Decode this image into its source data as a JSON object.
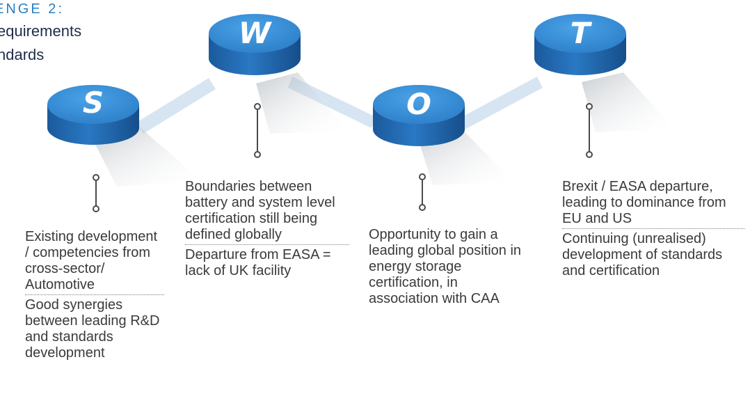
{
  "title": {
    "line1": "ENGE 2:",
    "line2": "equirements",
    "line3": "ndards"
  },
  "colors": {
    "accent": "#2a7fc1",
    "cylinder_top": "#2f86cf",
    "cylinder_side": "#1f63a8",
    "connector": "#d3e3ef",
    "text": "#3a3a3a"
  },
  "swot": [
    {
      "letter": "S",
      "texts": [
        "Existing development / competencies from cross-sector/ Automotive",
        "Good synergies between leading R&D and standards development"
      ]
    },
    {
      "letter": "W",
      "texts": [
        "Boundaries between battery and system level certification still being defined globally",
        "Departure from EASA = lack of UK facility"
      ]
    },
    {
      "letter": "O",
      "texts": [
        "Opportunity to gain a leading global position in energy storage certification, in association with CAA"
      ]
    },
    {
      "letter": "T",
      "texts": [
        "Brexit / EASA departure, leading to dominance from EU and US",
        "Continuing (unrealised) development of standards and certification"
      ]
    }
  ]
}
